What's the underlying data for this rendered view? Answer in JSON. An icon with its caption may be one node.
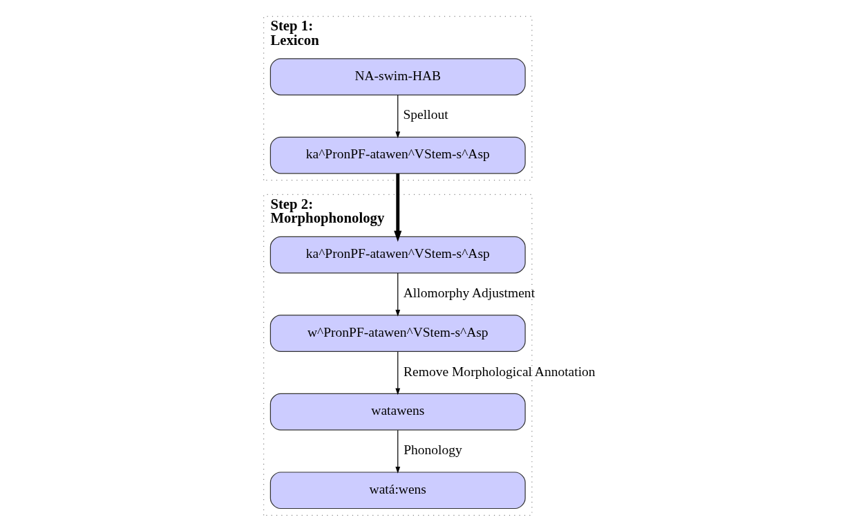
{
  "diagram": {
    "nodes": [
      {
        "text": [
          "Step 1: Lexicon"
        ]
      },
      {
        "text": [
          "NA-swim-HAB"
        ],
        "in": 0
      },
      {
        "text": [
          "ka^PronPF-atawen^VStem-s^Asp"
        ],
        "in": 0
      },
      {
        "text": [
          "Step 2: Morphophonology"
        ]
      },
      {
        "text": [
          "ka^PronPF-atawen^VStem-s^Asp"
        ],
        "in": 3
      },
      {
        "text": [
          "w^PronPF-atawen^VStem-s^Asp"
        ],
        "in": 3
      },
      {
        "text": [
          "watawens"
        ],
        "in": 3
      },
      {
        "text": [
          "watá:wens"
        ],
        "in": 3
      }
    ],
    "edges": [
      {
        "from": 1,
        "to": 2,
        "arrow": "to",
        "label": "Spellout"
      },
      {
        "from": 2,
        "to": 4,
        "arrow": "to",
        "style": "thick"
      },
      {
        "from": 4,
        "to": 5,
        "arrow": "to",
        "label": "Allomorphy Adjustment"
      },
      {
        "from": 5,
        "to": 6,
        "arrow": "to",
        "label": "Remove Morphological Annotation"
      },
      {
        "from": 6,
        "to": 7,
        "arrow": "to",
        "label": "Phonology"
      }
    ]
  }
}
